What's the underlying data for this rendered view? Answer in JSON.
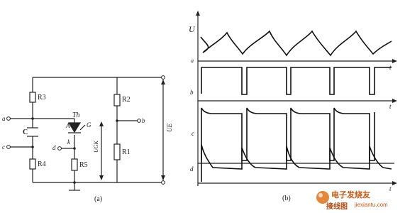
{
  "circuit": {
    "labels": {
      "r3": "R3",
      "r2": "R2",
      "r1": "R1",
      "r4": "R4",
      "r5": "R5",
      "c": "C",
      "th": "Th",
      "a": "A",
      "g": "G",
      "k": "k",
      "ua": "a",
      "uc": "c",
      "ud": "d",
      "ub": "b",
      "ugk": "UGK",
      "ue": "UE"
    },
    "caption": "(a)"
  },
  "waveforms": {
    "u_axis": "U",
    "t_axis": "t",
    "rows": [
      "a",
      "b",
      "c",
      "d"
    ],
    "caption": "(b)"
  },
  "watermark": {
    "line1": "电子发烧友",
    "line2": "接线图",
    "url": "jiexiantu",
    "dot_com": ".com",
    "tint": "#d96a1a"
  }
}
